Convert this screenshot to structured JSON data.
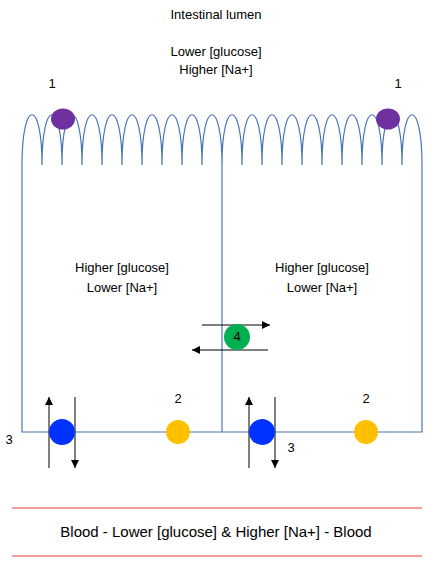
{
  "diagram": {
    "nodes": [
      {
        "text": [
          "Higher [glucose]",
          "Lower [Na+]"
        ]
      },
      {
        "text": [
          "Higher [glucose]",
          "Lower [Na+]"
        ]
      }
    ],
    "labels": [
      "Intestinal lumen",
      "Lower [glucose]",
      "Higher [Na+]",
      "1",
      "1",
      "4",
      "2",
      "2",
      "3",
      "3",
      "Blood - Lower [glucose] & Higher [Na+] - Blood"
    ]
  }
}
